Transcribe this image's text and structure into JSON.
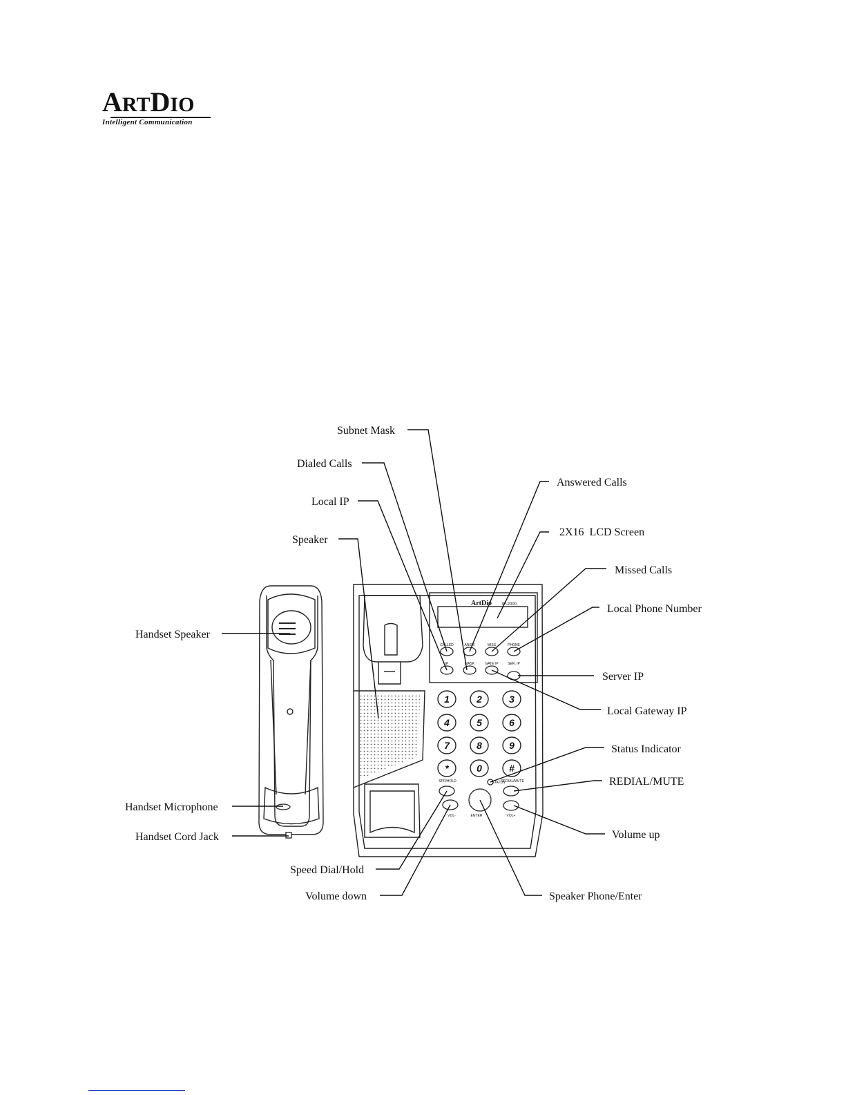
{
  "logo": {
    "brand_a": "A",
    "brand_rt": "RT",
    "brand_d": "D",
    "brand_io": "IO",
    "tagline": "Intelligent Communication"
  },
  "phone": {
    "model_brand": "ArtDio",
    "model_number": "IP-2000",
    "keys": {
      "calls_dialed": "CALLED",
      "calls_answered": "ANSW",
      "calls_missed": "MISS",
      "phone": "PHONE",
      "ip": "IP",
      "mask": "MASK",
      "gate_ip": "GATE IP",
      "server_ip": "SER. IP",
      "speed_hold": "SPD/HOLD",
      "redial_mute": "REDIAL/MUTE",
      "status": "STATUS",
      "enter": "ENTER",
      "vol_down": "VOL-",
      "vol_up": "VOL+"
    },
    "keypad": [
      "1",
      "2",
      "3",
      "4",
      "5",
      "6",
      "7",
      "8",
      "9",
      "*",
      "0",
      "#"
    ]
  },
  "callouts": {
    "subnet_mask": "Subnet Mask",
    "dialed_calls": "Dialed Calls",
    "answered_calls": "Answered Calls",
    "local_ip": "Local IP",
    "lcd_screen": "2X16  LCD Screen",
    "speaker": "Speaker",
    "missed_calls": "Missed Calls",
    "local_phone_number": "Local Phone Number",
    "handset_speaker": "Handset Speaker",
    "server_ip": "Server IP",
    "local_gateway_ip": "Local Gateway IP",
    "status_indicator": "Status Indicator",
    "redial_mute": "REDIAL/MUTE",
    "handset_microphone": "Handset Microphone",
    "handset_cord_jack": "Handset Cord Jack",
    "volume_up": "Volume up",
    "speed_dial_hold": "Speed Dial/Hold",
    "volume_down": "Volume down",
    "speaker_phone_enter": "Speaker Phone/Enter"
  }
}
